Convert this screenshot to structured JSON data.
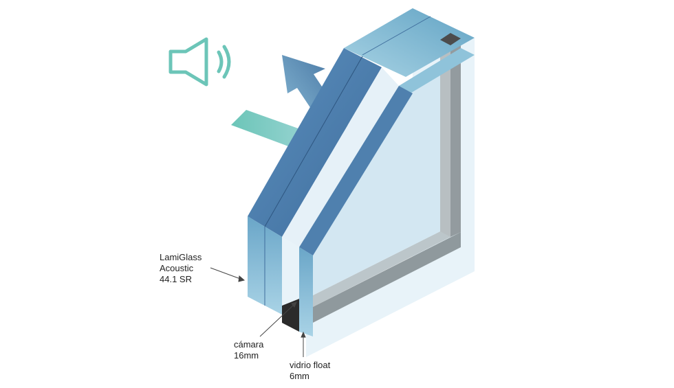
{
  "diagram": {
    "type": "double-glazing-cross-section",
    "labels": {
      "laminated": {
        "line1": "LamiGlass",
        "line2": "Acoustic",
        "line3": "44.1 SR"
      },
      "chamber": {
        "line1": "cámara",
        "line2": "16mm"
      },
      "float": {
        "line1": "vidrio float",
        "line2": "6mm"
      }
    },
    "icons": {
      "speaker": "speaker-sound-icon",
      "reflected_arrow": "reflected-sound-arrow",
      "incoming_arrow": "incoming-sound-arrow"
    },
    "colors": {
      "teal_accent": "#6cc5b8",
      "glass_dark_blue": "#4a7aa8",
      "glass_mid_blue": "#7fb4cf",
      "glass_light": "#d8eaf4",
      "spacer_gray": "#9aa3a7",
      "spacer_dark": "#2b2b2b"
    }
  }
}
